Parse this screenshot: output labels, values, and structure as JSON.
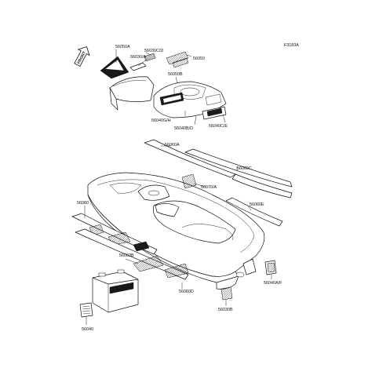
{
  "diagram": {
    "code": "F3183A",
    "front_label": "FRONT",
    "labels": {
      "p56050A": "56050A",
      "p56030C_D": "56030C/D",
      "p56030_A": "56030/A",
      "p56050": "56050",
      "p56050B": "56050B",
      "p56040G_H": "56040G/H",
      "p56040B_D": "56040B/D",
      "p56040C_E": "56040C/E",
      "p56060A": "56060A",
      "p56060C": "56060C",
      "p56070_A": "56070/A",
      "p56060E": "56060E",
      "p56080": "56080",
      "p56060B": "56060B",
      "p56040A_F": "56040A/F",
      "p56060D": "56060D",
      "p56030B": "56030B",
      "p56040": "56040"
    }
  }
}
